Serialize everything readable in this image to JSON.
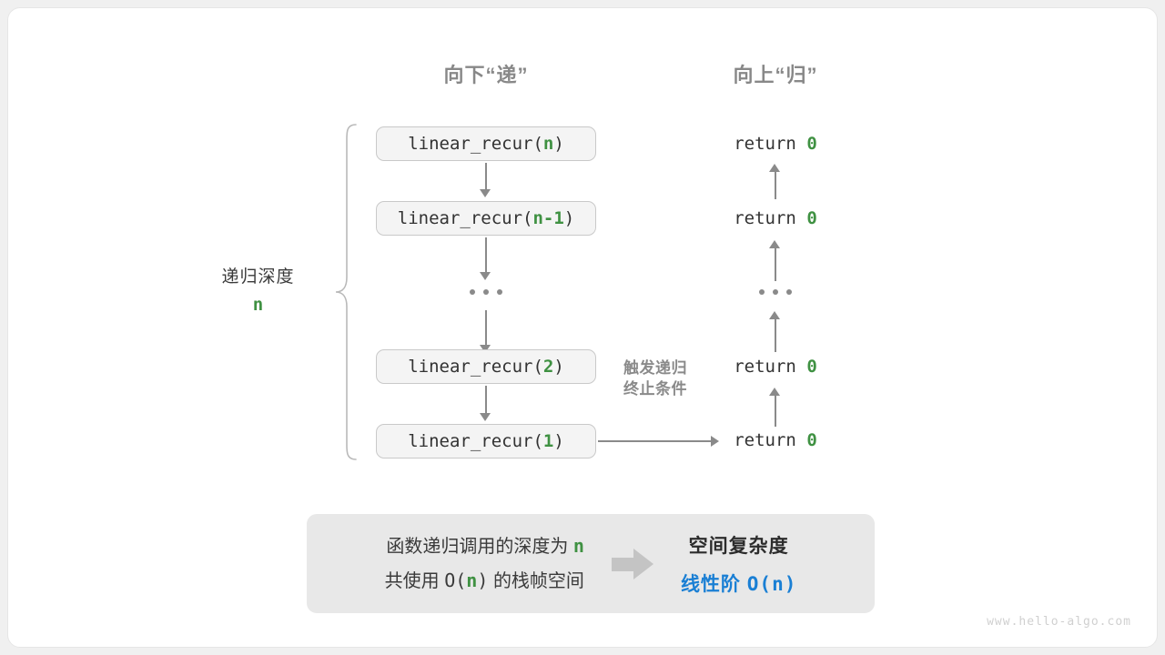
{
  "diagram": {
    "headers": {
      "down": "向下“递”",
      "up": "向上“归”"
    },
    "depth_label": {
      "text": "递归深度",
      "value": "n"
    },
    "call_stack": [
      {
        "prefix": "linear_recur(",
        "arg": "n",
        "suffix": ")"
      },
      {
        "prefix": "linear_recur(",
        "arg": "n-1",
        "suffix": ")"
      },
      {
        "prefix": "linear_recur(",
        "arg": "2",
        "suffix": ")"
      },
      {
        "prefix": "linear_recur(",
        "arg": "1",
        "suffix": ")"
      }
    ],
    "ellipsis": "...",
    "returns": [
      {
        "keyword": "return",
        "value": "0"
      },
      {
        "keyword": "return",
        "value": "0"
      },
      {
        "keyword": "return",
        "value": "0"
      },
      {
        "keyword": "return",
        "value": "0"
      }
    ],
    "trigger_note": {
      "line1": "触发递归",
      "line2": "终止条件"
    },
    "summary": {
      "left_line1_a": "函数递归调用的深度为",
      "left_line1_n": "n",
      "left_line2_a": "共使用",
      "left_line2_o": "O(",
      "left_line2_n": "n",
      "left_line2_c": ")",
      "left_line2_b": "的栈帧空间",
      "right_title": "空间复杂度",
      "right_value_a": "线性阶",
      "right_value_b": "O(n)"
    },
    "footer": "www.hello-algo.com",
    "colors": {
      "accent_green": "#3f9142",
      "accent_blue": "#1a7fd4",
      "line_gray": "#8a8a8a",
      "box_fill": "#f4f4f4",
      "summary_fill": "#e8e8e8"
    }
  }
}
